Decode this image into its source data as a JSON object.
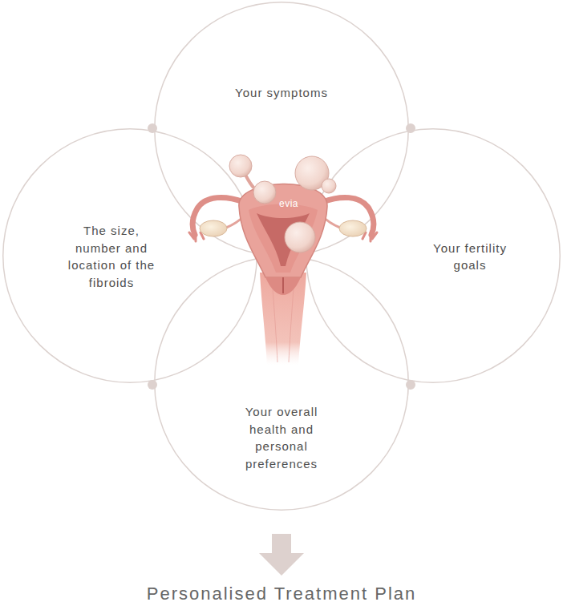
{
  "diagram": {
    "nodes": [
      {
        "text": [
          "Your symptoms"
        ]
      },
      {
        "text": [
          "The size, number and location of the fibroids"
        ]
      },
      {
        "text": [
          "Your fertility goals"
        ]
      },
      {
        "text": [
          "Your overall health and personal preferences"
        ]
      }
    ],
    "labels": [
      "evia",
      "Personalised Treatment Plan"
    ]
  }
}
